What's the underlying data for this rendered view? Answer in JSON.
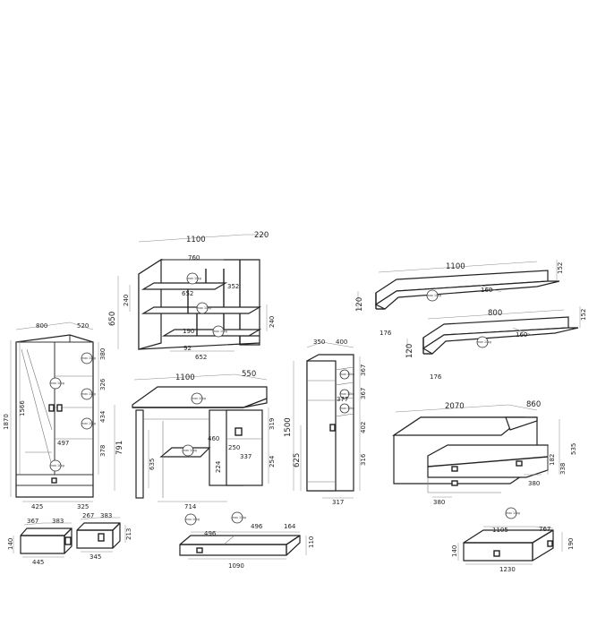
{
  "wardrobe": {
    "width": "800",
    "depth": "520",
    "height": "1870",
    "inner_height": "1566",
    "shelf_1": "380",
    "shelf_2": "326",
    "shelf_3": "434",
    "shelf_4": "378",
    "inner_width": "497",
    "bottom_left": "425",
    "bottom_right": "325"
  },
  "wall_shelf_unit": {
    "width": "1100",
    "depth": "220",
    "height": "650",
    "top_width": "760",
    "mid_width": "652",
    "dim_352": "352",
    "dim_240_left": "240",
    "dim_240_right": "240",
    "dim_190": "190",
    "bottom_width": "652",
    "dim_92": "92"
  },
  "desk": {
    "width": "1100",
    "depth": "550",
    "height": "791",
    "leg_gap": "635",
    "dim_460": "460",
    "dim_250": "250",
    "dim_224": "224",
    "dim_337": "337",
    "dim_319": "319",
    "dim_254": "254",
    "dim_714": "714"
  },
  "bookcase": {
    "depth": "350",
    "width": "400",
    "height": "1500",
    "lower": "625",
    "s1": "367",
    "s2": "367",
    "s3": "377",
    "s4": "402",
    "s5": "316",
    "bottom": "317"
  },
  "long_shelf": {
    "width": "1100",
    "depth": "160",
    "thickness": "120",
    "height_label": "152",
    "offset": "176"
  },
  "short_shelf": {
    "width": "800",
    "depth": "160",
    "thickness": "120",
    "height_label": "152",
    "offset": "176"
  },
  "bed": {
    "length": "2070",
    "width": "860",
    "height": "535",
    "h182": "182",
    "h338": "338",
    "drawer_w_left": "380",
    "drawer_w_right": "380"
  },
  "drawer_small": {
    "w1": "367",
    "w2": "383",
    "h": "140",
    "bottom": "445"
  },
  "drawer_small_2": {
    "w1": "267",
    "w2": "383",
    "h": "213",
    "bottom": "345"
  },
  "drawer_long": {
    "w1": "496",
    "w2": "496",
    "d": "164",
    "h": "110",
    "bottom": "1090"
  },
  "bed_drawer": {
    "w": "1105",
    "d": "767",
    "h_left": "140",
    "h_right": "190",
    "bottom": "1230"
  },
  "weight_label": "max 10kg"
}
